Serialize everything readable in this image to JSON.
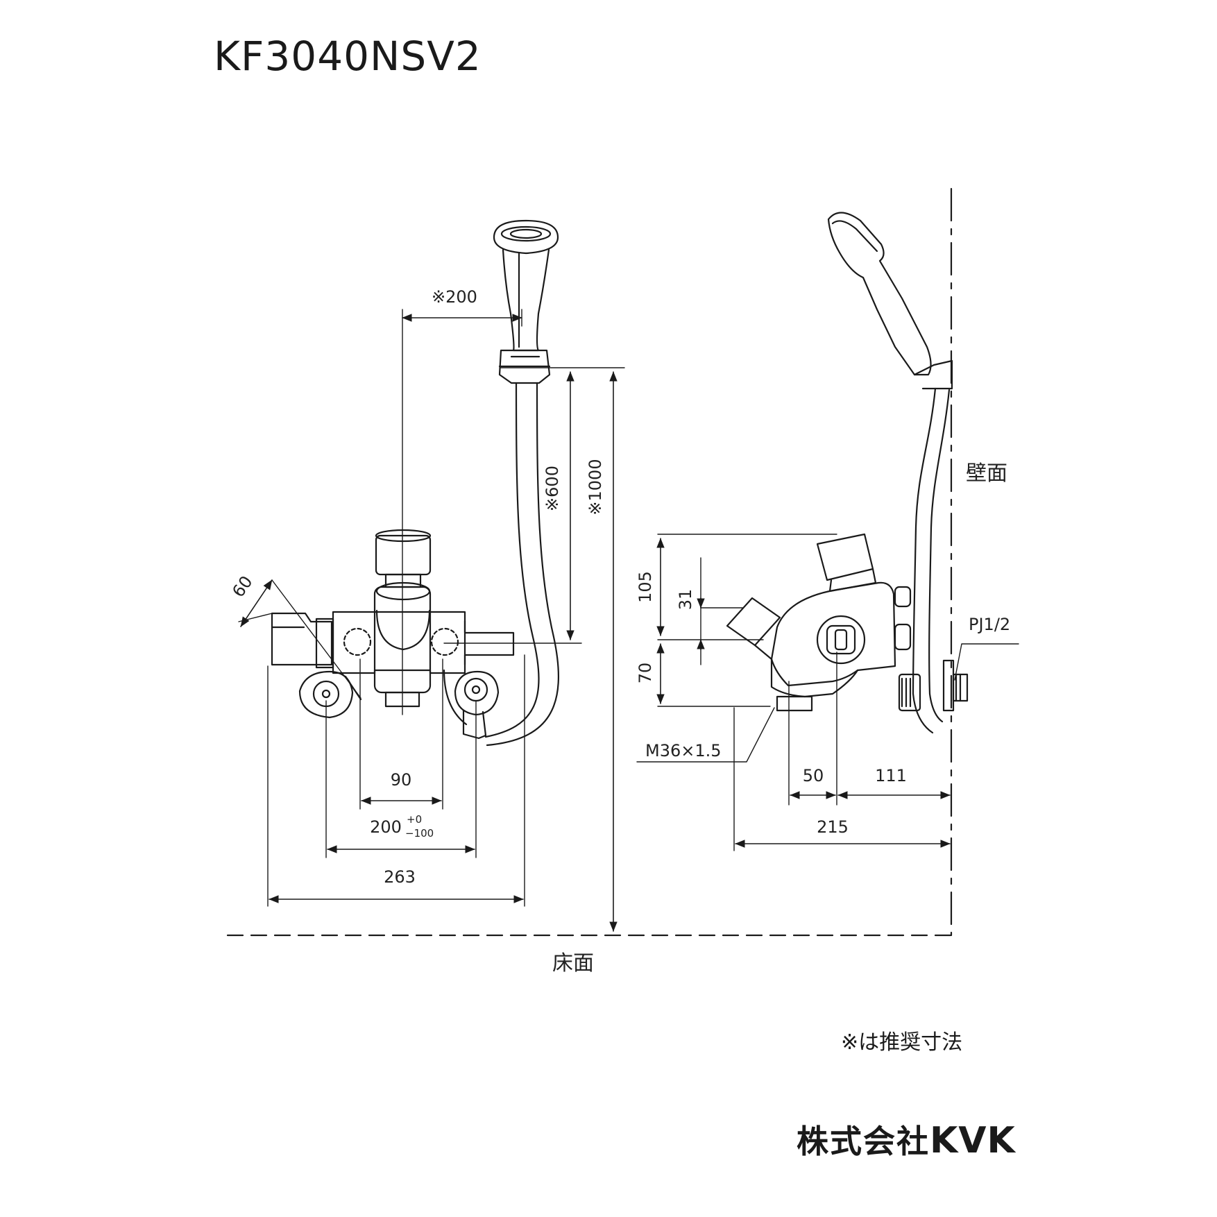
{
  "title": "KF3040NSV2",
  "legend": "※は推奨寸法",
  "brand": {
    "name_jp": "株式会社",
    "name_en": "KVK"
  },
  "labels": {
    "wall": "壁面",
    "floor": "床面",
    "connection": "PJ1/2",
    "thread": "M36×1.5"
  },
  "dimensions": {
    "hose_offset": "※200",
    "holder_height": "※600",
    "total_height": "※1000",
    "width_60": "60",
    "pitch_90": "90",
    "pitch_200": "200",
    "tol_plus": "+0",
    "tol_minus": "−100",
    "width_263": "263",
    "h_105": "105",
    "h_31": "31",
    "h_70": "70",
    "d_50": "50",
    "d_111": "111",
    "d_215": "215"
  }
}
